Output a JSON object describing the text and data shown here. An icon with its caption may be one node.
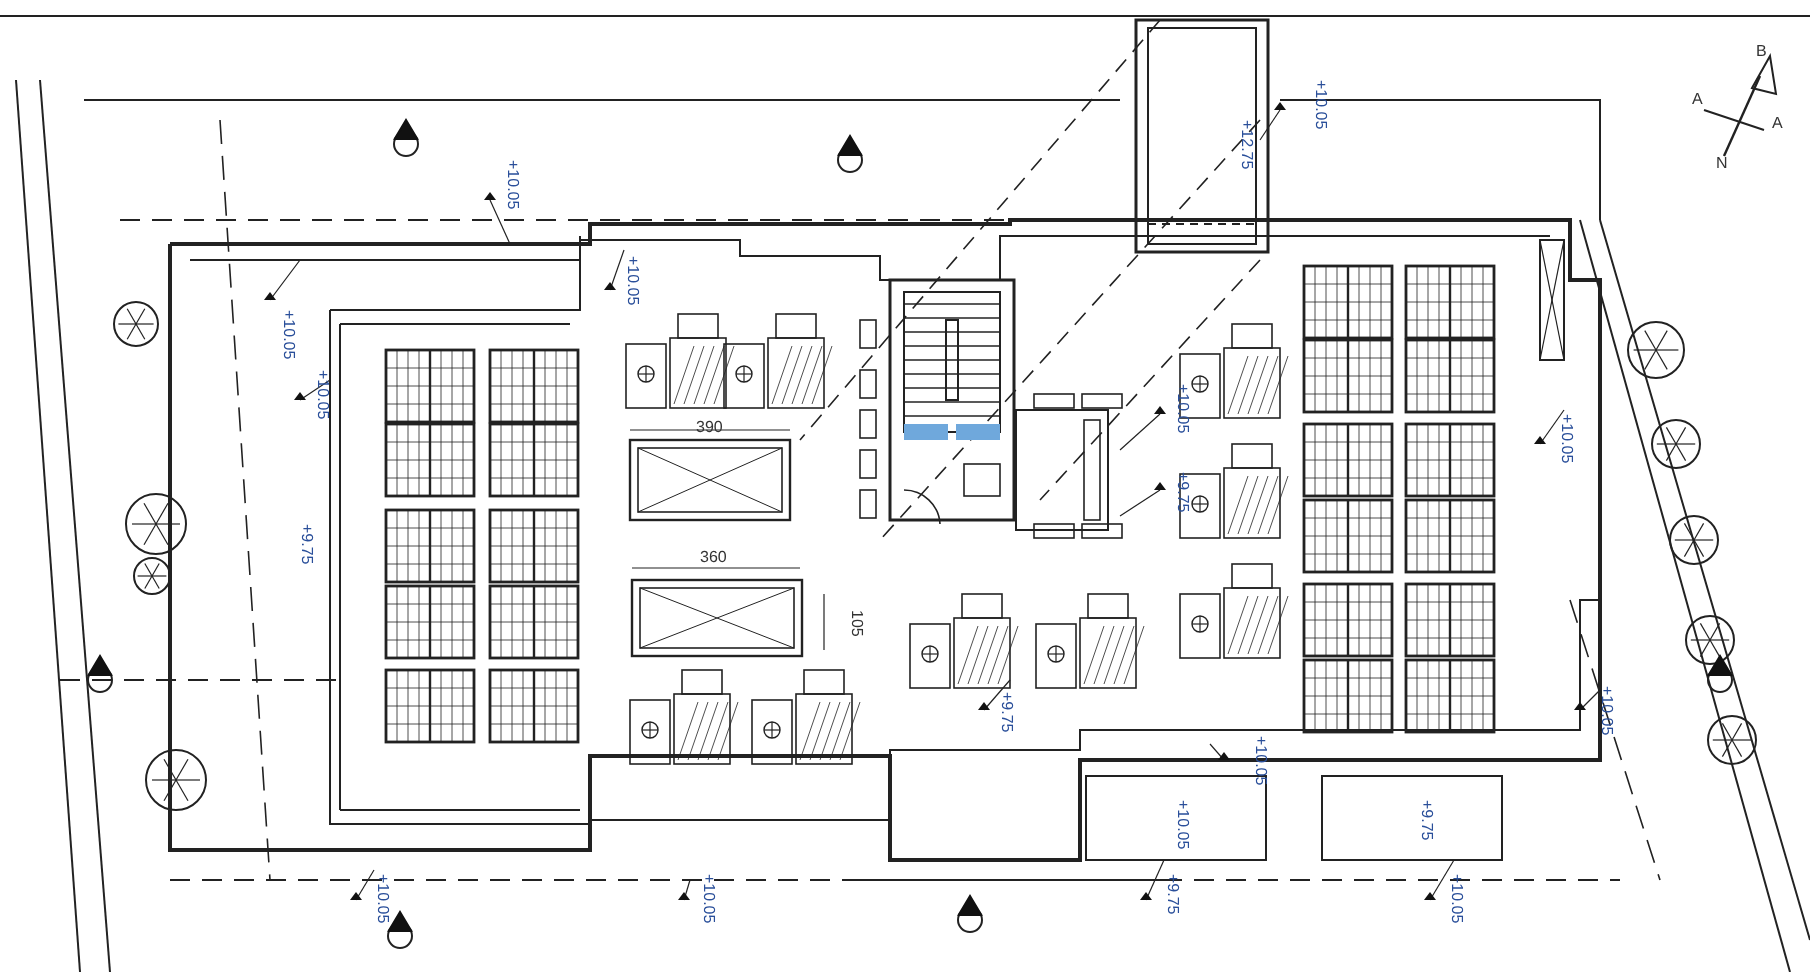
{
  "diagram": {
    "labels": [
      "+10.05",
      "+10.05",
      "+10.05",
      "+10.05",
      "+9.75",
      "390",
      "360",
      "105",
      "+10.05",
      "+9.75",
      "+9.75",
      "+12.75",
      "+10.05",
      "+10.05",
      "+10.05",
      "+10.05",
      "+9.75",
      "+9.75",
      "+10.05",
      "+10.05",
      "+10.05",
      "+10.05",
      "A",
      "A",
      "B",
      "N"
    ]
  }
}
